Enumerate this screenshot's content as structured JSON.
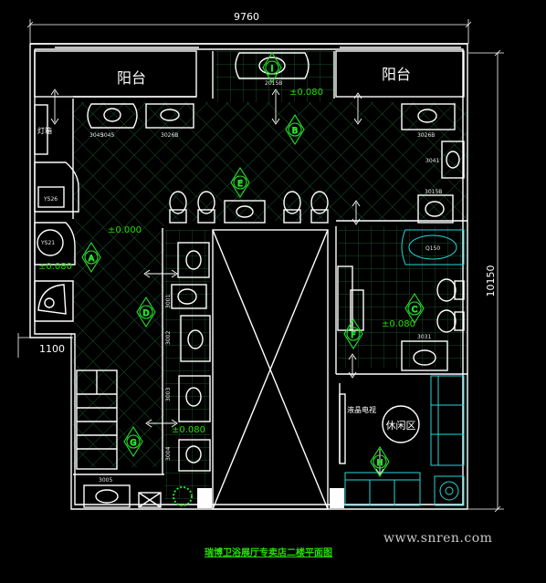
{
  "dimensions": {
    "top_width": "9760",
    "right_height": "10150",
    "left_offset": "1100"
  },
  "rooms": {
    "balcony_left": "阳台",
    "balcony_right": "阳台",
    "lounge": "休闲区",
    "lcd_tv": "液晶电视",
    "lamp_box": "灯箱"
  },
  "markers": [
    "A",
    "B",
    "C",
    "D",
    "E",
    "F",
    "G",
    "H",
    "I"
  ],
  "levels": [
    "±0.080",
    "±0.000",
    "±0.080",
    "±0.080",
    "±0.080"
  ],
  "fixture_codes": [
    "2015B",
    "3045",
    "3026B",
    "3041",
    "3015B",
    "YS26",
    "YS21",
    "Q150",
    "3031",
    "3001",
    "3002",
    "3003",
    "3004",
    "3005"
  ],
  "caption": "瑞博卫浴展厅专卖店二楼平面图",
  "watermark": "www.snren.com"
}
